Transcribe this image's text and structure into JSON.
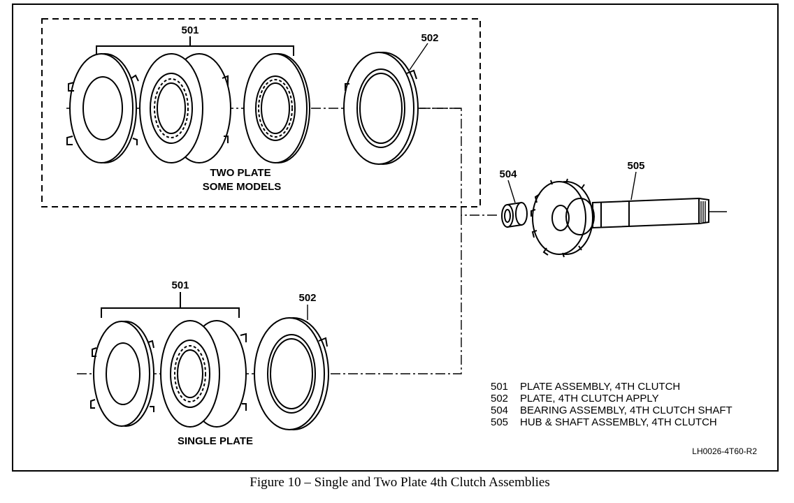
{
  "callouts": {
    "two_plate_501": "501",
    "two_plate_502": "502",
    "bearing_504": "504",
    "shaft_505": "505",
    "single_plate_501": "501",
    "single_plate_502": "502"
  },
  "group_labels": {
    "two_plate_line1": "TWO PLATE",
    "two_plate_line2": "SOME MODELS",
    "single_plate": "SINGLE PLATE"
  },
  "legend": [
    {
      "num": "501",
      "text": "PLATE ASSEMBLY, 4TH CLUTCH"
    },
    {
      "num": "502",
      "text": "PLATE, 4TH CLUTCH APPLY"
    },
    {
      "num": "504",
      "text": "BEARING ASSEMBLY, 4TH CLUTCH SHAFT"
    },
    {
      "num": "505",
      "text": "HUB & SHAFT ASSEMBLY, 4TH CLUTCH"
    }
  ],
  "drawing_code": "LH0026-4T60-R2",
  "caption": "Figure 10 – Single and Two Plate 4th Clutch Assemblies"
}
